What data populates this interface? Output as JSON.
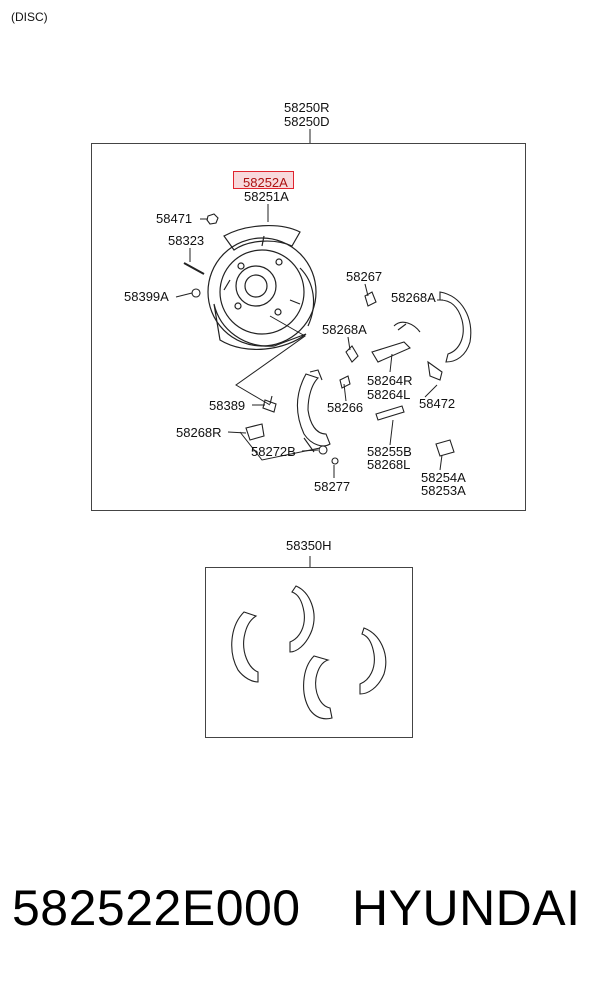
{
  "header": {
    "variant": "(DISC)"
  },
  "assembly": {
    "title_line1": "58250R",
    "title_line2": "58250D",
    "labels": {
      "p58252A": "58252A",
      "p58251A": "58251A",
      "p58471": "58471",
      "p58323": "58323",
      "p58399A": "58399A",
      "p58267": "58267",
      "p58268A_1": "58268A",
      "p58268A_2": "58268A",
      "p58264R": "58264R",
      "p58264L": "58264L",
      "p58472": "58472",
      "p58389": "58389",
      "p58266": "58266",
      "p58268R": "58268R",
      "p58272B": "58272B",
      "p58255B": "58255B",
      "p58268L": "58268L",
      "p58277": "58277",
      "p58254A": "58254A",
      "p58253A": "58253A"
    }
  },
  "shoe_kit": {
    "title": "58350H"
  },
  "footer": {
    "part_number": "582522E000",
    "brand": "HYUNDAI"
  },
  "colors": {
    "highlight_border": "#e0242e",
    "highlight_fill": "#f8d9dc"
  }
}
